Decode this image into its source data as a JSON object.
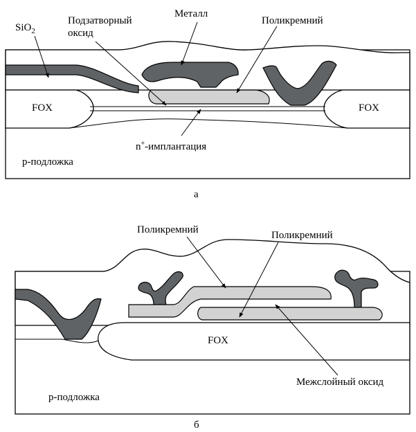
{
  "colors": {
    "metal": "#5f6366",
    "polysilicon": "#d2d2d2",
    "outline": "#000000",
    "background": "#ffffff"
  },
  "diagram_a": {
    "caption": "а",
    "labels": {
      "sio2_main": "SiO",
      "sio2_sub": "2",
      "gate_oxide_line1": "Подзатворный",
      "gate_oxide_line2": "оксид",
      "metal": "Металл",
      "polysilicon": "Поликремний",
      "fox_left": "FOX",
      "fox_right": "FOX",
      "implant_n": "n",
      "implant_sup": "+",
      "implant_rest": "-имплантация",
      "substrate": "p-подложка"
    }
  },
  "diagram_b": {
    "caption": "б",
    "labels": {
      "polysilicon_1": "Поликремний",
      "polysilicon_2": "Поликремний",
      "fox": "FOX",
      "interlayer_oxide": "Межслойный оксид",
      "substrate": "p-подложка"
    }
  }
}
